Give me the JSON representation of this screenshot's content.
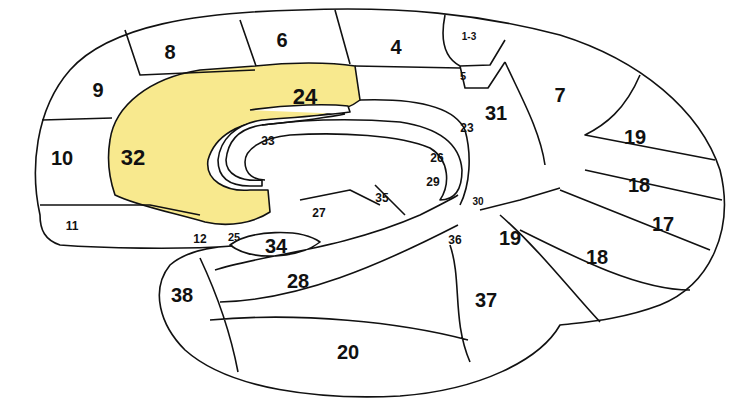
{
  "diagram": {
    "labels": [
      "8",
      "6",
      "4",
      "1-3",
      "9",
      "5",
      "7",
      "24",
      "33",
      "31",
      "23",
      "19",
      "10",
      "32",
      "26",
      "29",
      "18",
      "30",
      "17",
      "27",
      "35",
      "11",
      "12",
      "25",
      "34",
      "36",
      "19",
      "18",
      "28",
      "38",
      "37",
      "20"
    ]
  }
}
